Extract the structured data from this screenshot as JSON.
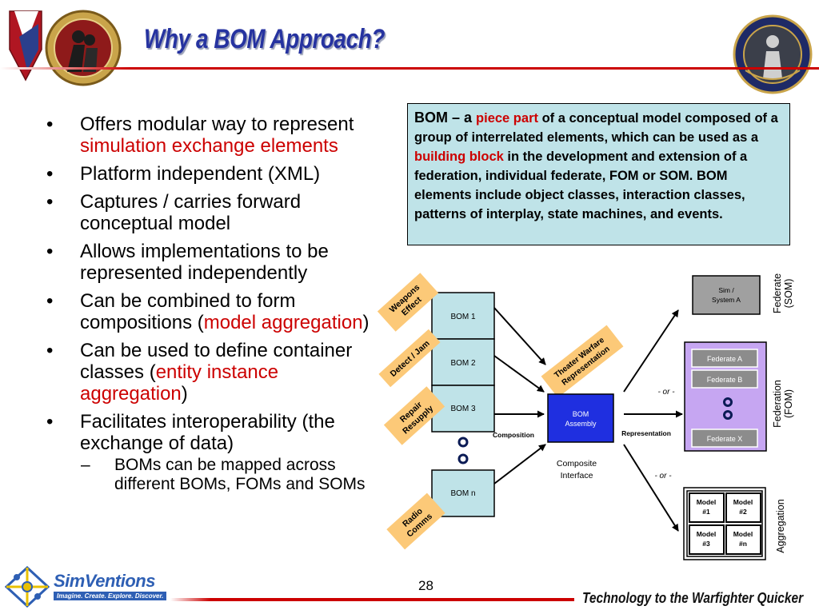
{
  "header": {
    "title": "Why a BOM Approach?"
  },
  "bullets": [
    {
      "parts": [
        "Offers modular way to represent ",
        "simulation exchange elements",
        ""
      ]
    },
    {
      "parts": [
        "Platform independent (XML)",
        "",
        ""
      ]
    },
    {
      "parts": [
        "Captures / carries forward conceptual model",
        "",
        ""
      ]
    },
    {
      "parts": [
        "Allows implementations to be represented independently",
        "",
        ""
      ]
    },
    {
      "parts": [
        "Can be combined to form compositions (",
        "model aggregation",
        ")"
      ]
    },
    {
      "parts": [
        "Can be used to define container classes (",
        "entity instance aggregation",
        ")"
      ]
    },
    {
      "parts": [
        "Facilitates interoperability (the exchange of data)",
        "",
        ""
      ]
    }
  ],
  "sub_bullet": "BOMs can be mapped across different BOMs, FOMs and SOMs",
  "definition": {
    "term": "BOM",
    "dash": " – a ",
    "hl1": "piece part",
    "t1": " of a conceptual model composed of a group of interrelated elements, which can be used as a ",
    "hl2": "building block",
    "t2": " in the development and extension of a federation, individual federate, FOM or SOM. BOM elements include object classes, interaction classes, patterns of interplay, state machines, and events."
  },
  "diagram": {
    "bom_boxes": [
      "BOM 1",
      "BOM 2",
      "BOM 3",
      "BOM n"
    ],
    "tags": [
      "Weapons Effect",
      "Detect / Jam",
      "Repair Resupply",
      "Radio Comms"
    ],
    "theater_tag": "Theater Warfare Representation",
    "assembly": "BOM Assembly",
    "composition_label": "Composition",
    "representation_label": "Representation",
    "composite_interface": "Composite Interface",
    "sim_system": "Sim / System A",
    "federates": [
      "Federate A",
      "Federate B",
      "Federate X"
    ],
    "models": [
      "Model #1",
      "Model #2",
      "Model #3",
      "Model #n"
    ],
    "or_label": "- or -",
    "side_labels": {
      "som": [
        "Federate",
        "(SOM)"
      ],
      "fom": [
        "Federation",
        "(FOM)"
      ],
      "agg": "Aggregation"
    }
  },
  "footer": {
    "page_number": "28",
    "tagline": "Technology to the Warfighter Quicker",
    "brand": "SimVentions",
    "brand_tagline": "Imagine. Create. Explore. Discover."
  },
  "colors": {
    "title": "#2633a0",
    "accent_red": "#cc0000",
    "definition_bg": "#bfe3e8",
    "bom_box_bg": "#bfe3e8",
    "tag_bg": "#fcc978",
    "assembly_bg": "#1f2fe0",
    "sim_box_bg": "#a0a0a0",
    "federation_bg": "#c6a6f2",
    "federate_box_bg": "#8c8c8c"
  },
  "icons": [
    "army-emblem-logo",
    "museum-seal-logo",
    "simventions-logo-icon",
    "ellipsis-circles-icon",
    "arrow-icon"
  ]
}
